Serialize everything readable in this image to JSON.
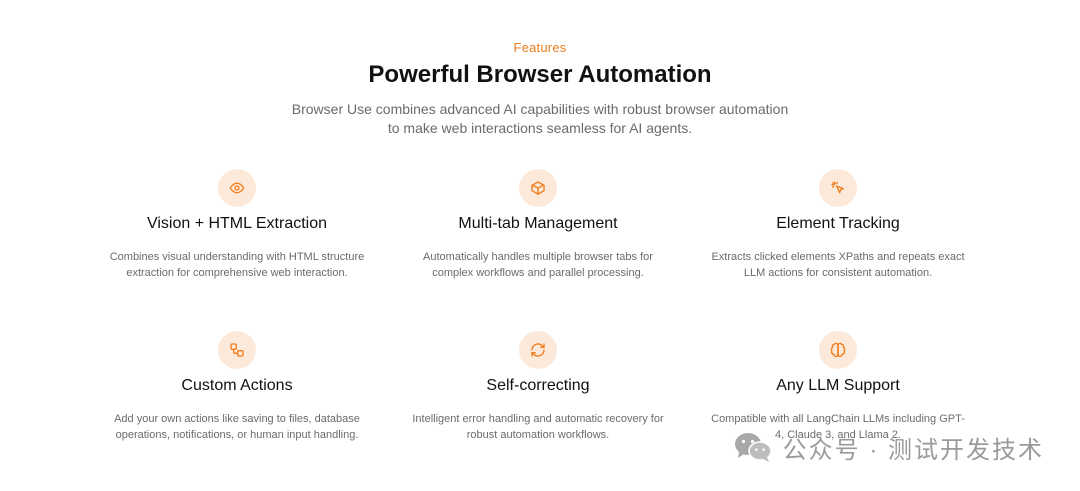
{
  "header": {
    "eyebrow": "Features",
    "title": "Powerful Browser Automation",
    "subtitle": "Browser Use combines advanced AI capabilities with robust browser automation to make web interactions seamless for AI agents."
  },
  "features": [
    {
      "icon": "eye-icon",
      "title": "Vision + HTML Extraction",
      "description": "Combines visual understanding with HTML structure extraction for comprehensive web interaction."
    },
    {
      "icon": "cube-icon",
      "title": "Multi-tab Management",
      "description": "Automatically handles multiple browser tabs for complex workflows and parallel processing."
    },
    {
      "icon": "cursor-click-icon",
      "title": "Element Tracking",
      "description": "Extracts clicked elements XPaths and repeats exact LLM actions for consistent automation."
    },
    {
      "icon": "workflow-icon",
      "title": "Custom Actions",
      "description": "Add your own actions like saving to files, database operations, notifications, or human input handling."
    },
    {
      "icon": "refresh-icon",
      "title": "Self-correcting",
      "description": "Intelligent error handling and automatic recovery for robust automation workflows."
    },
    {
      "icon": "brain-icon",
      "title": "Any LLM Support",
      "description": "Compatible with all LangChain LLMs including GPT-4, Claude 3, and Llama 2."
    }
  ],
  "watermark": {
    "text": "公众号 · 测试开发技术",
    "icon": "wechat-icon"
  },
  "colors": {
    "accent": "#f07d1e",
    "icon_bg": "#fde9da",
    "heading": "#111111",
    "body_text": "#6b6b6b"
  }
}
